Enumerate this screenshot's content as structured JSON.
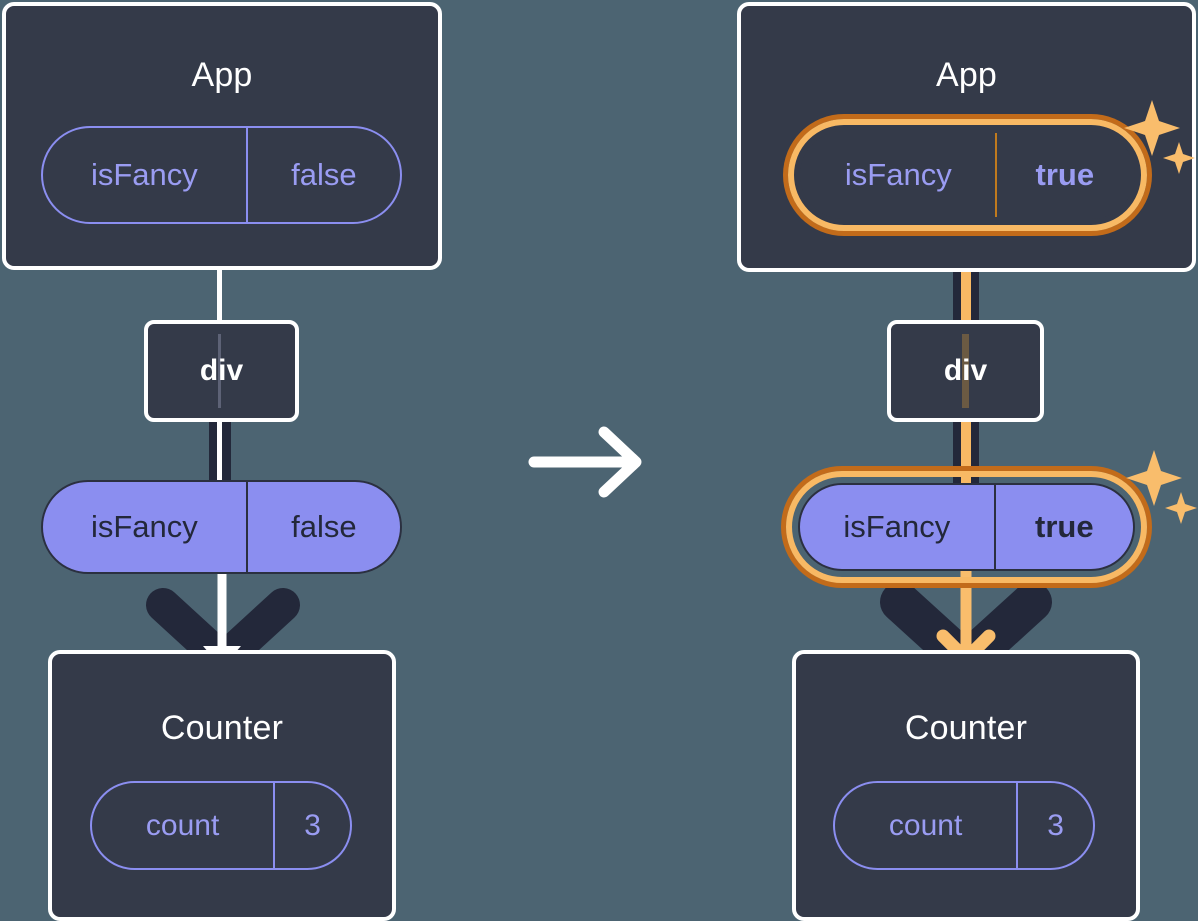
{
  "meta": {
    "background_color": "#4c6472",
    "box_fill": "#343a49",
    "box_border": "#ffffff",
    "purple": "#8b8ef0",
    "purple_text": "#9a9cf2",
    "dark_text": "#23283a",
    "highlight_orange_light": "#f8b964",
    "highlight_orange_dark": "#c26b1a",
    "rail_dark": "#23283a"
  },
  "before": {
    "app": {
      "title": "App",
      "state_pill": {
        "key": "isFancy",
        "value": "false",
        "style": "outline"
      }
    },
    "div": {
      "label": "div"
    },
    "prop_pill": {
      "key": "isFancy",
      "value": "false",
      "style": "filled"
    },
    "counter": {
      "title": "Counter",
      "state_pill": {
        "key": "count",
        "value": "3",
        "style": "outline"
      }
    }
  },
  "transition": {
    "icon": "arrow-right-icon"
  },
  "after": {
    "app": {
      "title": "App",
      "state_pill": {
        "key": "isFancy",
        "value": "true",
        "style": "outline-highlighted"
      },
      "sparkles": "sparkles-icon"
    },
    "div": {
      "label": "div"
    },
    "prop_pill": {
      "key": "isFancy",
      "value": "true",
      "style": "filled-highlighted"
    },
    "prop_sparkles": "sparkles-icon",
    "counter": {
      "title": "Counter",
      "state_pill": {
        "key": "count",
        "value": "3",
        "style": "outline"
      }
    }
  }
}
